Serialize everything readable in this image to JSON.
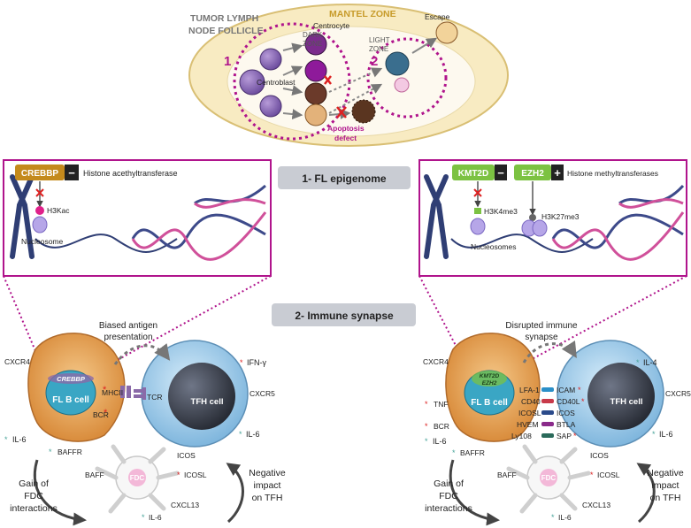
{
  "follicle": {
    "title_line1": "TUMOR LYMPH",
    "title_line2": "NODE FOLLICLE",
    "mantel_zone": "MANTEL ZONE",
    "dark_zone_1": "DARK",
    "dark_zone_2": "ZONE",
    "light_zone_1": "LIGHT",
    "light_zone_2": "ZONE",
    "centrocyte": "Centrocyte",
    "centroblast": "Centroblast",
    "escape": "Escape",
    "apoptosis_1": "Apoptosis",
    "apoptosis_2": "defect",
    "marker_1": "1",
    "marker_2": "2"
  },
  "sections": {
    "epigenome": "1- FL epigenome",
    "synapse": "2- Immune synapse"
  },
  "left_epigenome": {
    "gene": "CREBBP",
    "gene_sign": "−",
    "enzyme": "Histone acethyltransferase",
    "mark": "H3Kac",
    "nucleosome": "Nucleosome"
  },
  "right_epigenome": {
    "gene1": "KMT2D",
    "gene1_sign": "−",
    "gene2": "EZH2",
    "gene2_sign": "+",
    "enzyme": "Histone methyltransferases",
    "mark1": "H3K4me3",
    "mark2": "H3K27me3",
    "nucleosomes": "Nucleosomes"
  },
  "left_synapse": {
    "arrow_label_1": "Biased antigen",
    "arrow_label_2": "presentation",
    "cxcr4": "CXCR4",
    "crebbp": "CREBBP",
    "fl_b_cell": "FL B cell",
    "mhcii": "MHCII",
    "bcr": "BCR",
    "tcr": "TCR",
    "tfh_cell": "TFH cell",
    "ifn": "IFN-γ",
    "cxcr5": "CXCR5",
    "il6_left": "IL-6",
    "il6_right": "IL-6",
    "baffr": "BAFFR",
    "baff": "BAFF",
    "icos": "ICOS",
    "icosl": "ICOSL",
    "fdc": "FDC",
    "cxcl13": "CXCL13",
    "il6_bottom": "IL-6",
    "gain_1": "Gain of",
    "gain_2": "FDC",
    "gain_3": "interactions",
    "neg_1": "Negative",
    "neg_2": "impact",
    "neg_3": "on TFH"
  },
  "right_synapse": {
    "arrow_label_1": "Disrupted immune",
    "arrow_label_2": "synapse",
    "cxcr4": "CXCR4",
    "kmt2d": "KMT2D",
    "ezh2": "EZH2",
    "tnf": "TNF",
    "fl_b_cell": "FL B cell",
    "bcr": "BCR",
    "il6_left": "IL-6",
    "baffr": "BAFFR",
    "lfa1": "LFA-1",
    "cd40": "CD40",
    "icosl_mid": "ICOSL",
    "hvem": "HVEM",
    "ly108": "Ly108",
    "icam": "ICAM",
    "cd40l": "CD40L",
    "icos_mid": "ICOS",
    "btla": "BTLA",
    "sap": "SAP",
    "tfh_cell": "TFH cell",
    "il4": "IL-4",
    "cxcr5": "CXCR5",
    "il6_right": "IL-6",
    "icos": "ICOS",
    "baff": "BAFF",
    "icosl": "ICOSL",
    "fdc": "FDC",
    "cxcl13": "CXCL13",
    "il6_bottom": "IL-6",
    "gain_1": "Gain of",
    "gain_2": "FDC",
    "gain_3": "interactions",
    "neg_1": "Negative",
    "neg_2": "impact",
    "neg_3": "on TFH"
  },
  "colors": {
    "magenta": "#b0148c",
    "crebbp": "#c48a1c",
    "kmt2d": "#7cc242",
    "follicle_outer": "#f6e6b3",
    "b_cell": "#e8a860",
    "b_nucleus": "#3aa6c4",
    "tfh": "#9ccbe8",
    "tfh_nucleus": "#3c4250",
    "label_box": "#c9ccd3"
  }
}
